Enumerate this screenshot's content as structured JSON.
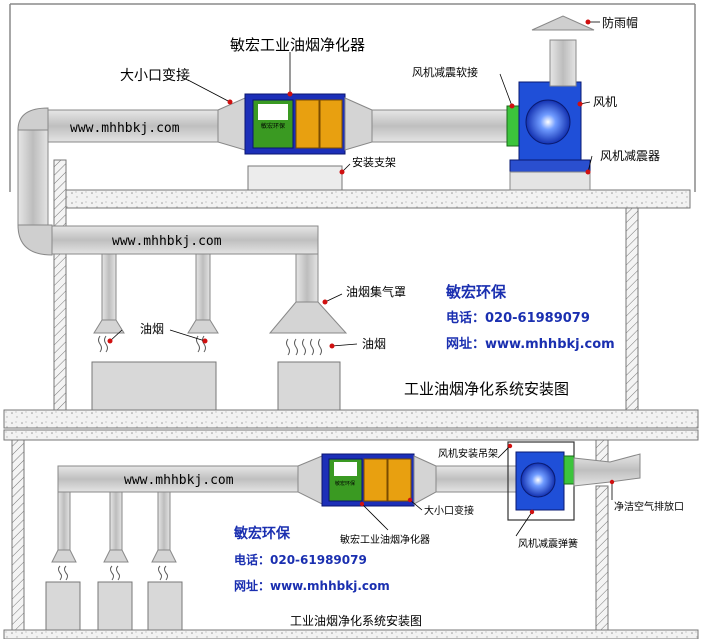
{
  "top": {
    "purifier_label": "敏宏工业油烟净化器",
    "reducer_label": "大小口变接",
    "rain_cap_label": "防雨帽",
    "fan_soft_joint_label": "风机减震软接",
    "fan_label": "风机",
    "bracket_label": "安装支架",
    "fan_damper_label": "风机减震器",
    "hood_label": "油烟集气罩",
    "fume_label_1": "油烟",
    "fume_label_2": "油烟",
    "duct_url_1": "www.mhhbkj.com",
    "duct_url_2": "www.mhhbkj.com",
    "company": "敏宏环保",
    "phone": "电话：020-61989079",
    "website": "网址：www.mhhbkj.com",
    "caption": "工业油烟净化系统安装图",
    "logo_text": "敏宏环保"
  },
  "bottom": {
    "fan_hanger_label": "风机安装吊架",
    "outlet_label": "净洁空气排放口",
    "reducer_label": "大小口变接",
    "purifier_label": "敏宏工业油烟净化器",
    "spring_label": "风机减震弹簧",
    "duct_url": "www.mhhbkj.com",
    "company": "敏宏环保",
    "phone": "电话：020-61989079",
    "website": "网址：www.mhhbkj.com",
    "caption": "工业油烟净化系统安装图",
    "logo_text": "敏宏环保"
  },
  "colors": {
    "frame": "#8a8a8a",
    "duct": "#c8c8c8",
    "purifier_blue": "#1c2fb8",
    "purifier_orange": "#e8a010",
    "fan_blue": "#1f4fd8",
    "soft_joint_green": "#3cc43c",
    "leader_red": "#d01010",
    "info_blue": "#1a2fb0"
  }
}
